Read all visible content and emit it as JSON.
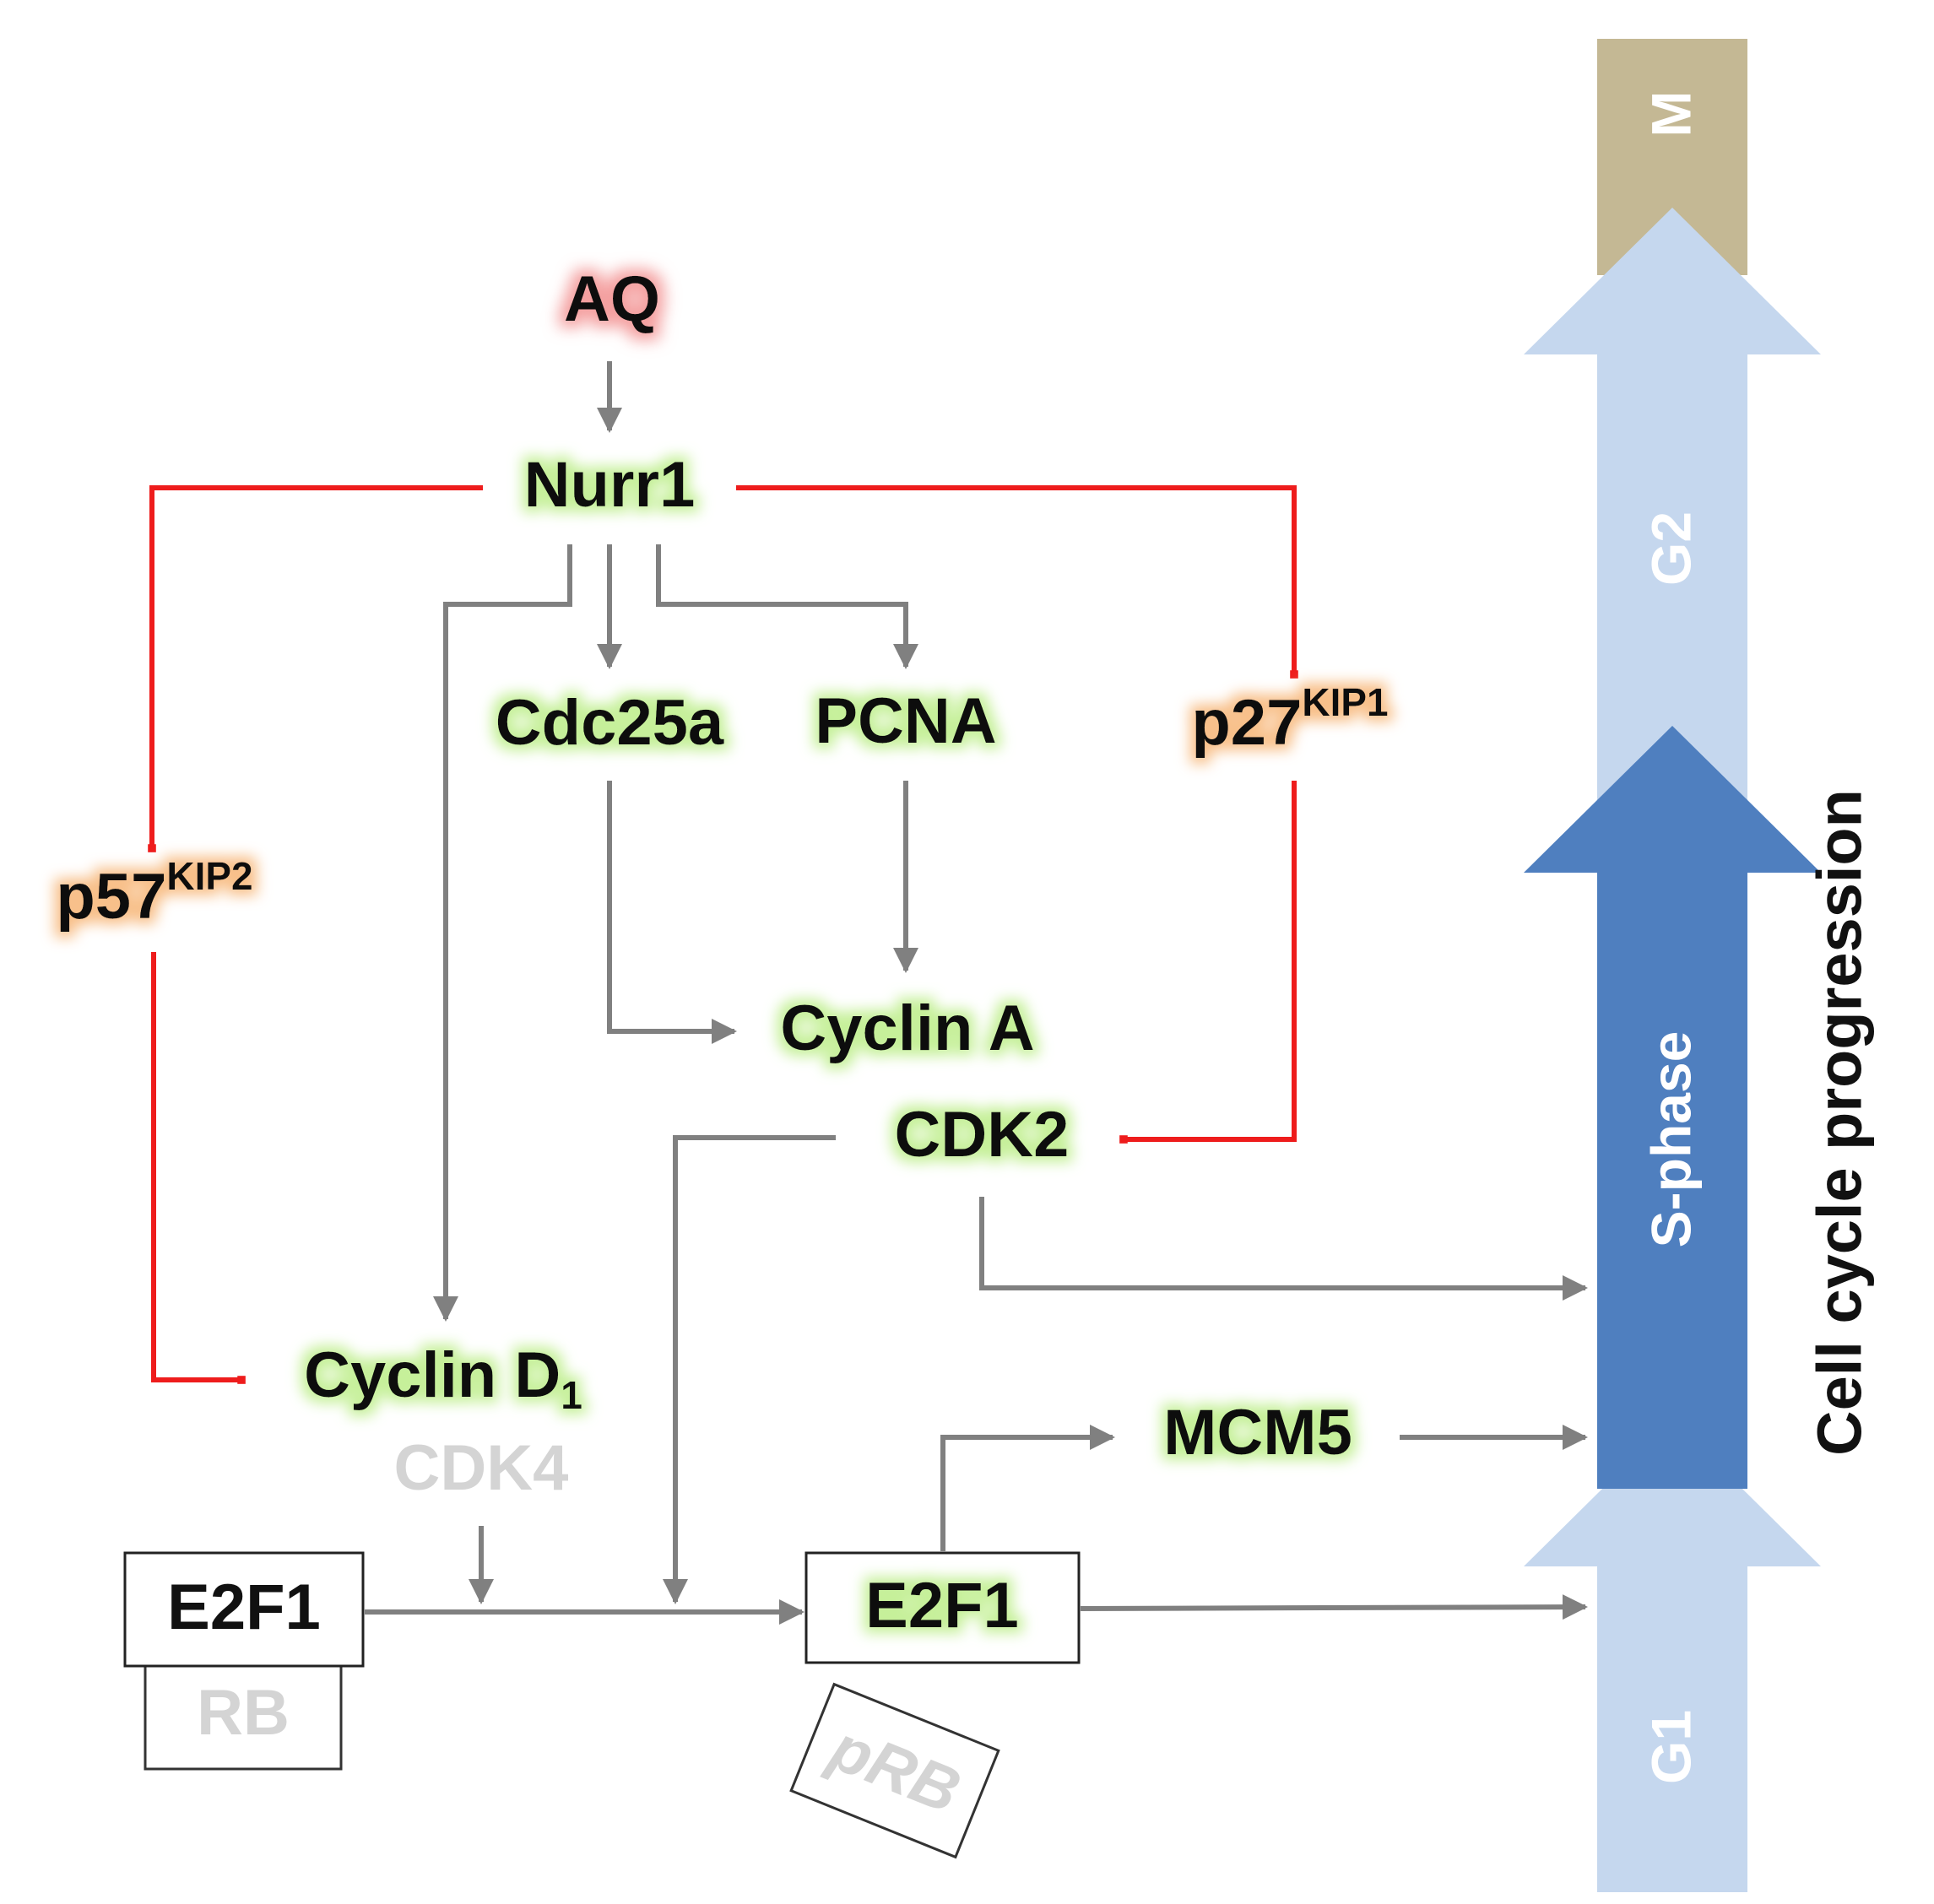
{
  "nodes": {
    "aq": "AQ",
    "nurr1": "Nurr1",
    "cdc25a": "Cdc25a",
    "pcna": "PCNA",
    "p27": {
      "base": "p27",
      "sup": "KIP1"
    },
    "p57": {
      "base": "p57",
      "sup": "KIP2"
    },
    "cyclin_a": "Cyclin A",
    "cdk2": "CDK2",
    "cyclin_d": {
      "base": "Cyclin D",
      "sub": "1"
    },
    "cdk4": "CDK4",
    "mcm5": "MCM5",
    "e2f1_left": "E2F1",
    "rb": "RB",
    "e2f1_right": "E2F1",
    "prb": "pRB"
  },
  "phases": {
    "m": "M",
    "g2": "G2",
    "s": "S-phase",
    "g1": "G1"
  },
  "progression_label": "Cell cycle progression",
  "colors": {
    "activation": "#808080",
    "inhibition": "#ee1c1c",
    "glow_green": "#c6f09a",
    "glow_orange": "#f8c08a",
    "glow_red": "#f4a0a0",
    "phase_m": "#c4b894",
    "phase_light": "#c5d7ee",
    "phase_s": "#4f7fbf"
  }
}
